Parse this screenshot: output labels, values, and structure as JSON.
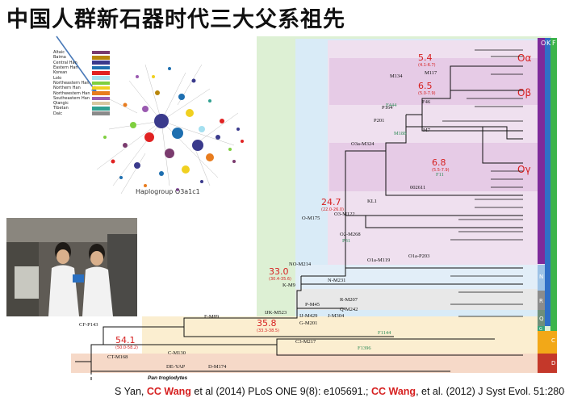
{
  "title": "中国人群新石器时代三大父系祖先",
  "network": {
    "caption": "Haplogroup O3a1c1",
    "legend": [
      {
        "label": "Altaic",
        "color": "#7a3b6e"
      },
      {
        "label": "Baima",
        "color": "#b8860b"
      },
      {
        "label": "Central Han",
        "color": "#3a3a8c"
      },
      {
        "label": "Eastern Han",
        "color": "#1e6fb0"
      },
      {
        "label": "Korean",
        "color": "#e02222"
      },
      {
        "label": "Lolo",
        "color": "#a5e0f0"
      },
      {
        "label": "Northeastern Han",
        "color": "#7fcf3f"
      },
      {
        "label": "Northern Han",
        "color": "#f0d020"
      },
      {
        "label": "Northwestern Han",
        "color": "#e87c1e"
      },
      {
        "label": "Southeastern Han",
        "color": "#9a5ab0"
      },
      {
        "label": "Qiangic",
        "color": "#d8c8a0"
      },
      {
        "label": "Tibetan",
        "color": "#30a090"
      },
      {
        "label": "Daic",
        "color": "#8a8a8a"
      }
    ]
  },
  "tree": {
    "right_labels": [
      "O",
      "K",
      "F"
    ],
    "clade_labels": {
      "oa": "Oα",
      "ob": "Oβ",
      "og": "Oγ",
      "n": "N",
      "r": "R",
      "q": "Q",
      "d": "D",
      "g": "G",
      "c": "C"
    },
    "ages": [
      {
        "value": "5.4",
        "ci": "(4.1-6.7)"
      },
      {
        "value": "6.5",
        "ci": "(5.0-7.9)"
      },
      {
        "value": "6.8",
        "ci": "(5.5-7.9)"
      },
      {
        "value": "24.7",
        "ci": "(22.0-26.0)"
      },
      {
        "value": "33.0",
        "ci": "(30.4-35.6)"
      },
      {
        "value": "35.8",
        "ci": "(33.3-38.5)"
      },
      {
        "value": "54.1",
        "ci": "(50.0-58.2)"
      }
    ],
    "nodes": {
      "m134": "M134",
      "m117": "M117",
      "p164": "P164",
      "f444": "F444",
      "f46": "F46",
      "p201": "P201",
      "m188": "M188",
      "m7": "M7",
      "o3a": "O3a-M324",
      "f11": "F11",
      "k002611": "002611",
      "kl1": "KL1",
      "o3": "O3-M122",
      "om175": "O-M175",
      "o2": "O2-M268",
      "p31": "P31",
      "o1a": "O1a-M119",
      "o1p": "O1a-P203",
      "nom214": "NO-M214",
      "nm231": "N-M231",
      "km9": "K-M9",
      "pm45": "P-M45",
      "rm207": "R-M207",
      "qm242": "Q-M242",
      "ijm429": "IJ-M429",
      "jm304": "J-M304",
      "ijkm523": "IJK-M523",
      "gm201": "G-M201",
      "fm89": "F-M89",
      "cfp143": "CF-P143",
      "c3": "C3-M217",
      "f1144": "F1144",
      "f1396": "F1396",
      "cm130": "C-M130",
      "ctm168": "CT-M168",
      "deyap": "DE-YAP",
      "dm174": "D-M174",
      "pan": "Pan troglodytes"
    }
  },
  "footer": {
    "p1": "S Yan, ",
    "name1": "CC Wang",
    "p2": " et al (2014) PLoS ONE 9(8): e105691.; ",
    "name2": "CC Wang",
    "p3": ", et al. (2012)  J Syst Evol. 51:280-286."
  }
}
